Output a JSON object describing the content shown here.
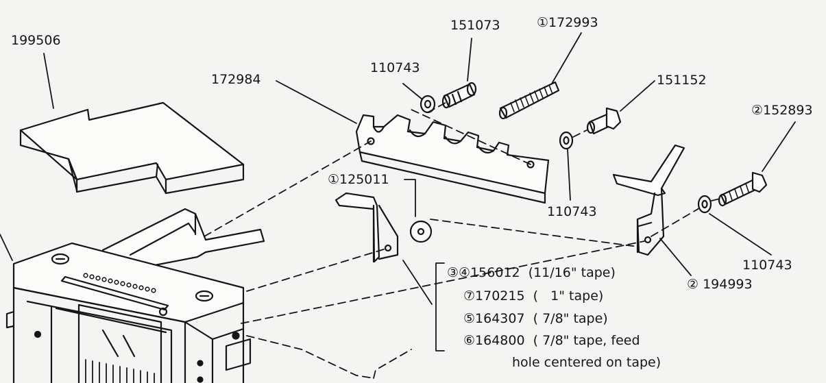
{
  "part_labels": {
    "p199506": "199506",
    "p151073": "151073",
    "p172993": "①172993",
    "p110743_top": "110743",
    "p172984": "172984",
    "p151152": "151152",
    "p152893": "②152893",
    "p125011": "①125011",
    "p110743_mid": "110743",
    "p110743_right": "110743",
    "p194993": "② 194993"
  },
  "tape_options": [
    "③④156012  (11/16\" tape)",
    "⑦170215  (   1\" tape)",
    "⑤164307  ( 7/8\" tape)",
    "⑥164800  ( 7/8\" tape, feed",
    "hole centered on tape)"
  ],
  "colors": {
    "ink": "#151515",
    "paper": "#f4f4f2",
    "part_fill": "#fbfbf9"
  }
}
